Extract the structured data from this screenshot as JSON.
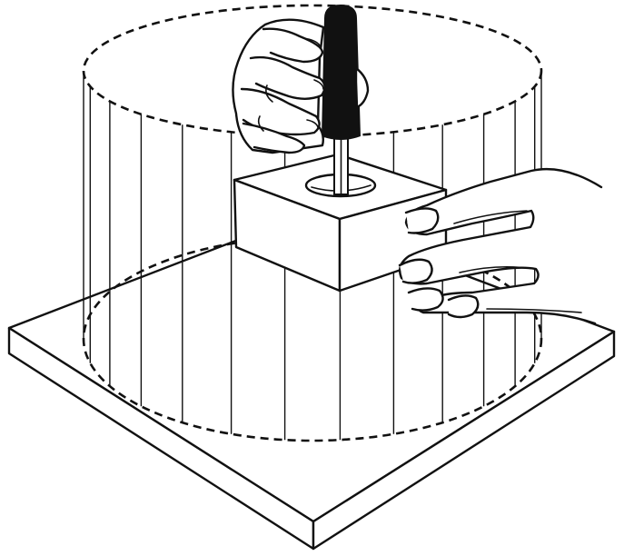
{
  "figure": {
    "background": "#ffffff",
    "ink_color": "#111111",
    "handle_color": "#111111",
    "elements": [
      "base-plate",
      "workspace-cylinder",
      "cube-block",
      "joystick-handle",
      "gripping-hand",
      "supporting-hand"
    ]
  }
}
